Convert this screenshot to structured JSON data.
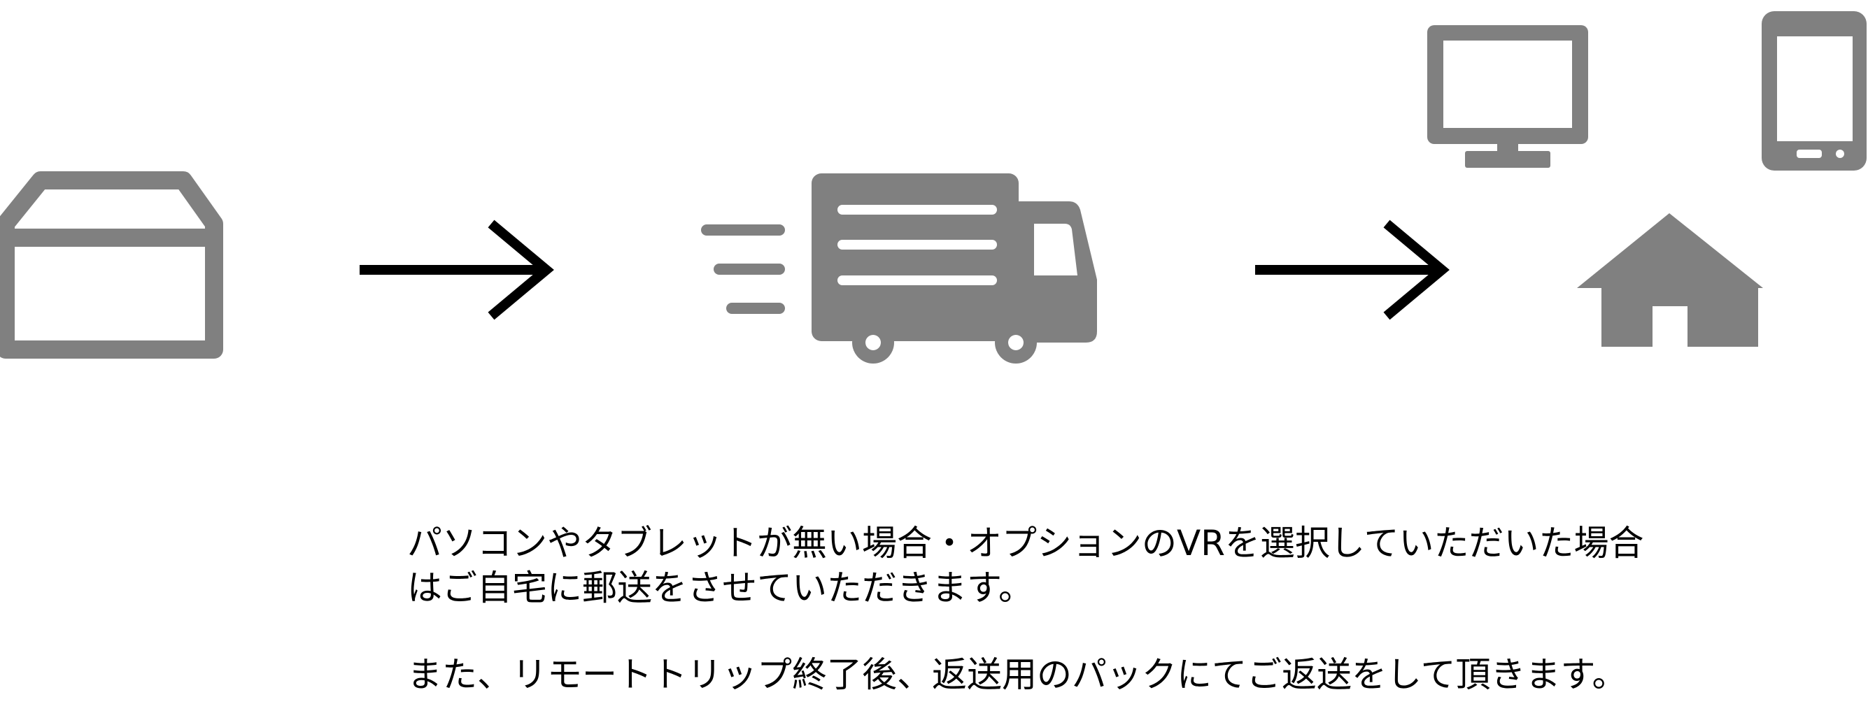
{
  "colors": {
    "icon_gray": "#808080",
    "arrow_black": "#000000",
    "background": "#ffffff"
  },
  "icons": [
    "box-icon",
    "arrow-right-icon",
    "delivery-truck-icon",
    "arrow-right-icon",
    "desktop-monitor-icon",
    "smartphone-icon",
    "home-icon"
  ],
  "text": {
    "paragraph1_line1": "パソコンやタブレットが無い場合・オプションのVRを選択していただいた場合",
    "paragraph1_line2": "はご自宅に郵送をさせていただきます。",
    "paragraph2": "また、リモートトリップ終了後、返送用のパックにてご返送をして頂きます。"
  }
}
